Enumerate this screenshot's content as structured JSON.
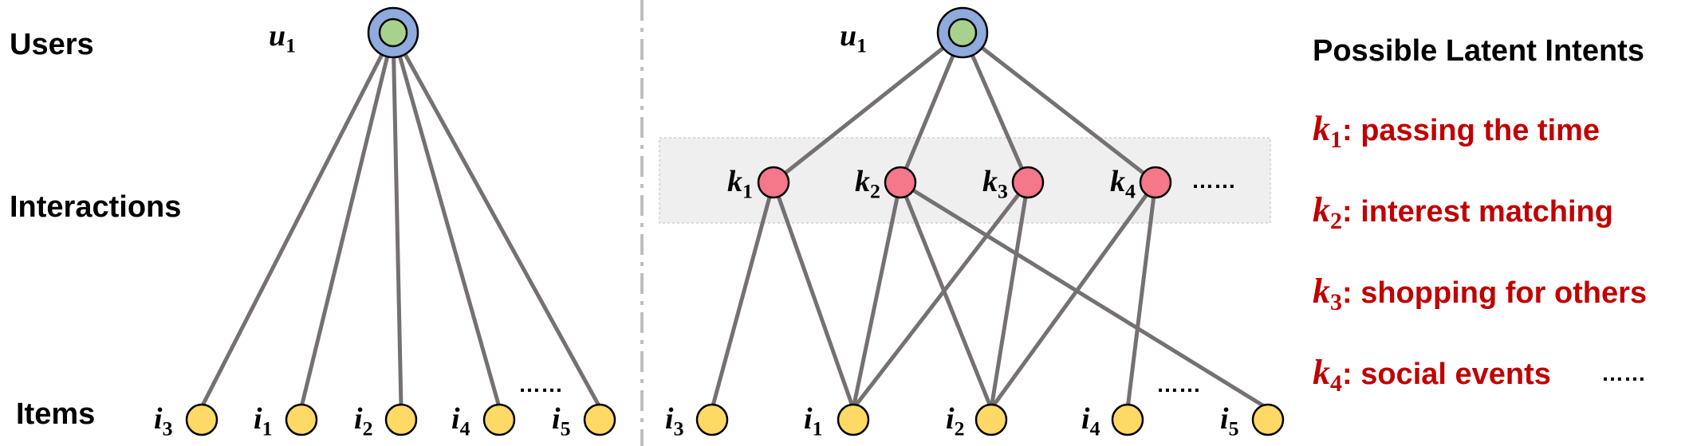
{
  "colors": {
    "edge": "#767171",
    "user_outer": "#8FAADC",
    "user_inner": "#A9D18E",
    "intent_node": "#F4778A",
    "item_node": "#FFD966",
    "intent_text": "#C00000",
    "band": "#EFEFEF",
    "divider": "#BFBFBF"
  },
  "row_labels": {
    "users": "Users",
    "interactions": "Interactions",
    "items": "Items"
  },
  "left": {
    "user": {
      "var": "u",
      "sub": "1"
    },
    "items": [
      {
        "var": "i",
        "sub": "3"
      },
      {
        "var": "i",
        "sub": "1"
      },
      {
        "var": "i",
        "sub": "2"
      },
      {
        "var": "i",
        "sub": "4"
      },
      {
        "var": "i",
        "sub": "5"
      }
    ],
    "ellipsis": "……"
  },
  "right": {
    "user": {
      "var": "u",
      "sub": "1"
    },
    "intents": [
      {
        "var": "k",
        "sub": "1"
      },
      {
        "var": "k",
        "sub": "2"
      },
      {
        "var": "k",
        "sub": "3"
      },
      {
        "var": "k",
        "sub": "4"
      }
    ],
    "intents_ellipsis": "……",
    "items": [
      {
        "var": "i",
        "sub": "3"
      },
      {
        "var": "i",
        "sub": "1"
      },
      {
        "var": "i",
        "sub": "2"
      },
      {
        "var": "i",
        "sub": "4"
      },
      {
        "var": "i",
        "sub": "5"
      }
    ],
    "items_ellipsis": "……",
    "intent_item_edges": [
      [
        0,
        0
      ],
      [
        0,
        1
      ],
      [
        1,
        1
      ],
      [
        1,
        2
      ],
      [
        1,
        4
      ],
      [
        2,
        1
      ],
      [
        2,
        2
      ],
      [
        3,
        2
      ],
      [
        3,
        3
      ]
    ]
  },
  "legend": {
    "title": "Possible Latent Intents",
    "entries": [
      {
        "var": "k",
        "sub": "1",
        "text": ": passing the time"
      },
      {
        "var": "k",
        "sub": "2",
        "text": ": interest matching"
      },
      {
        "var": "k",
        "sub": "3",
        "text": ": shopping for others"
      },
      {
        "var": "k",
        "sub": "4",
        "text": ": social events"
      }
    ],
    "ellipsis": "……"
  }
}
